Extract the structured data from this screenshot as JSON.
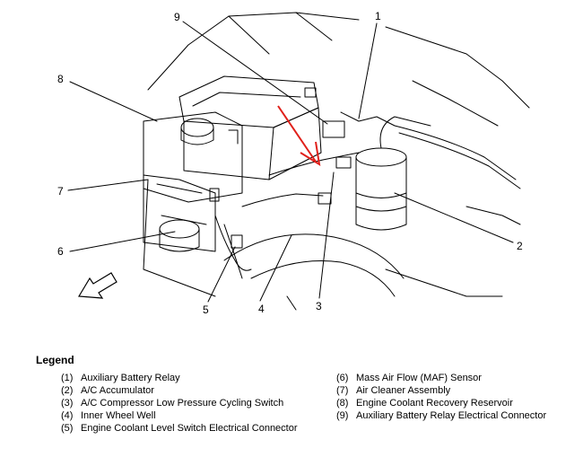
{
  "callouts": [
    "1",
    "2",
    "3",
    "4",
    "5",
    "6",
    "7",
    "8",
    "9"
  ],
  "legend": {
    "title": "Legend",
    "items": [
      {
        "num": "(1)",
        "label": "Auxiliary Battery Relay"
      },
      {
        "num": "(2)",
        "label": "A/C Accumulator"
      },
      {
        "num": "(3)",
        "label": "A/C Compressor Low Pressure Cycling Switch"
      },
      {
        "num": "(4)",
        "label": "Inner Wheel Well"
      },
      {
        "num": "(5)",
        "label": "Engine Coolant Level Switch Electrical Connector"
      },
      {
        "num": "(6)",
        "label": "Mass Air Flow (MAF) Sensor"
      },
      {
        "num": "(7)",
        "label": "Air Cleaner Assembly"
      },
      {
        "num": "(8)",
        "label": "Engine Coolant Recovery Reservoir"
      },
      {
        "num": "(9)",
        "label": "Auxiliary Battery Relay Electrical Connector"
      }
    ]
  },
  "colors": {
    "line": "#000000",
    "highlight": "#e0201a",
    "background": "#ffffff"
  }
}
